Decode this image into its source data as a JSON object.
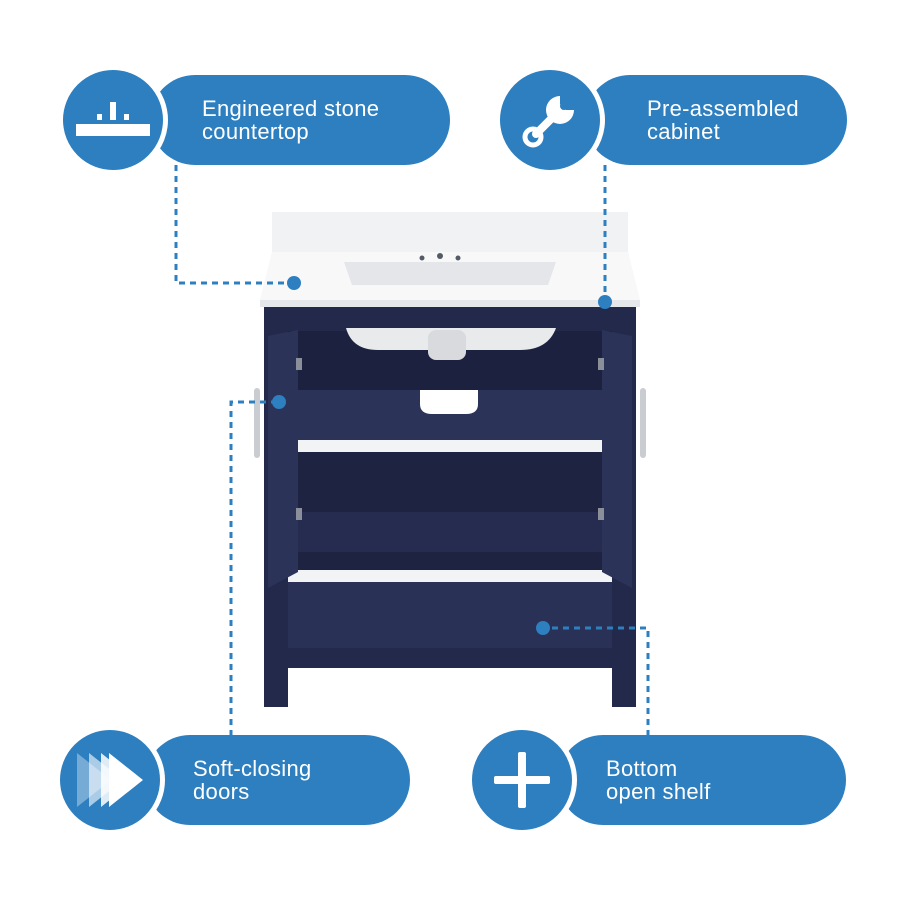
{
  "colors": {
    "accent": "#2d7fc0",
    "cabinet": "#23294a",
    "countertop": "#f4f5f6"
  },
  "features": [
    {
      "label": "Engineered stone\ncountertop",
      "icon": "sink-countertop-icon"
    },
    {
      "label": "Pre-assembled\ncabinet",
      "icon": "wrench-icon"
    },
    {
      "label": "Soft-closing\ndoors",
      "icon": "fast-forward-icon"
    },
    {
      "label": "Bottom\nopen shelf",
      "icon": "plus-icon"
    }
  ]
}
